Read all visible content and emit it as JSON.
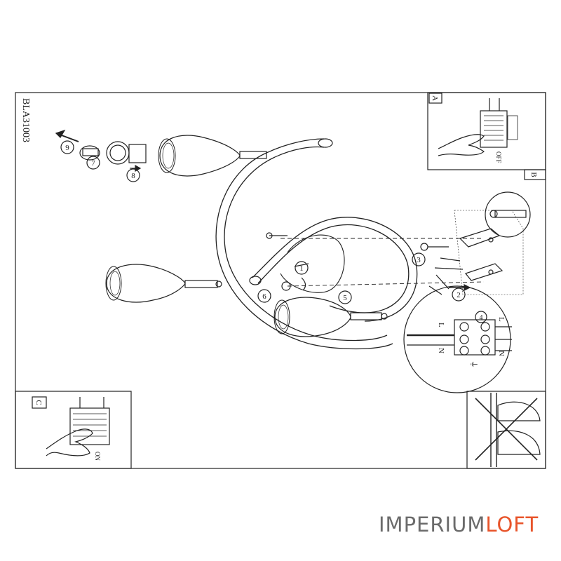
{
  "document": {
    "model_code": "BLA31003",
    "watermark": {
      "brand_main": "IMPERIUM",
      "brand_accent": "LOFT",
      "accent_color": "#e8542a"
    }
  },
  "panels": {
    "a": {
      "letter": "A",
      "switch_label": "OFF"
    },
    "b": {
      "letter": "B"
    },
    "c": {
      "letter": "C",
      "switch_label": "ON"
    }
  },
  "steps": [
    "1",
    "2",
    "3",
    "4",
    "5",
    "6",
    "7",
    "8",
    "9"
  ],
  "terminal": {
    "left_labels": [
      "L",
      "N"
    ],
    "right_labels": [
      "L",
      "N"
    ],
    "earth_symbol": "⏚"
  }
}
